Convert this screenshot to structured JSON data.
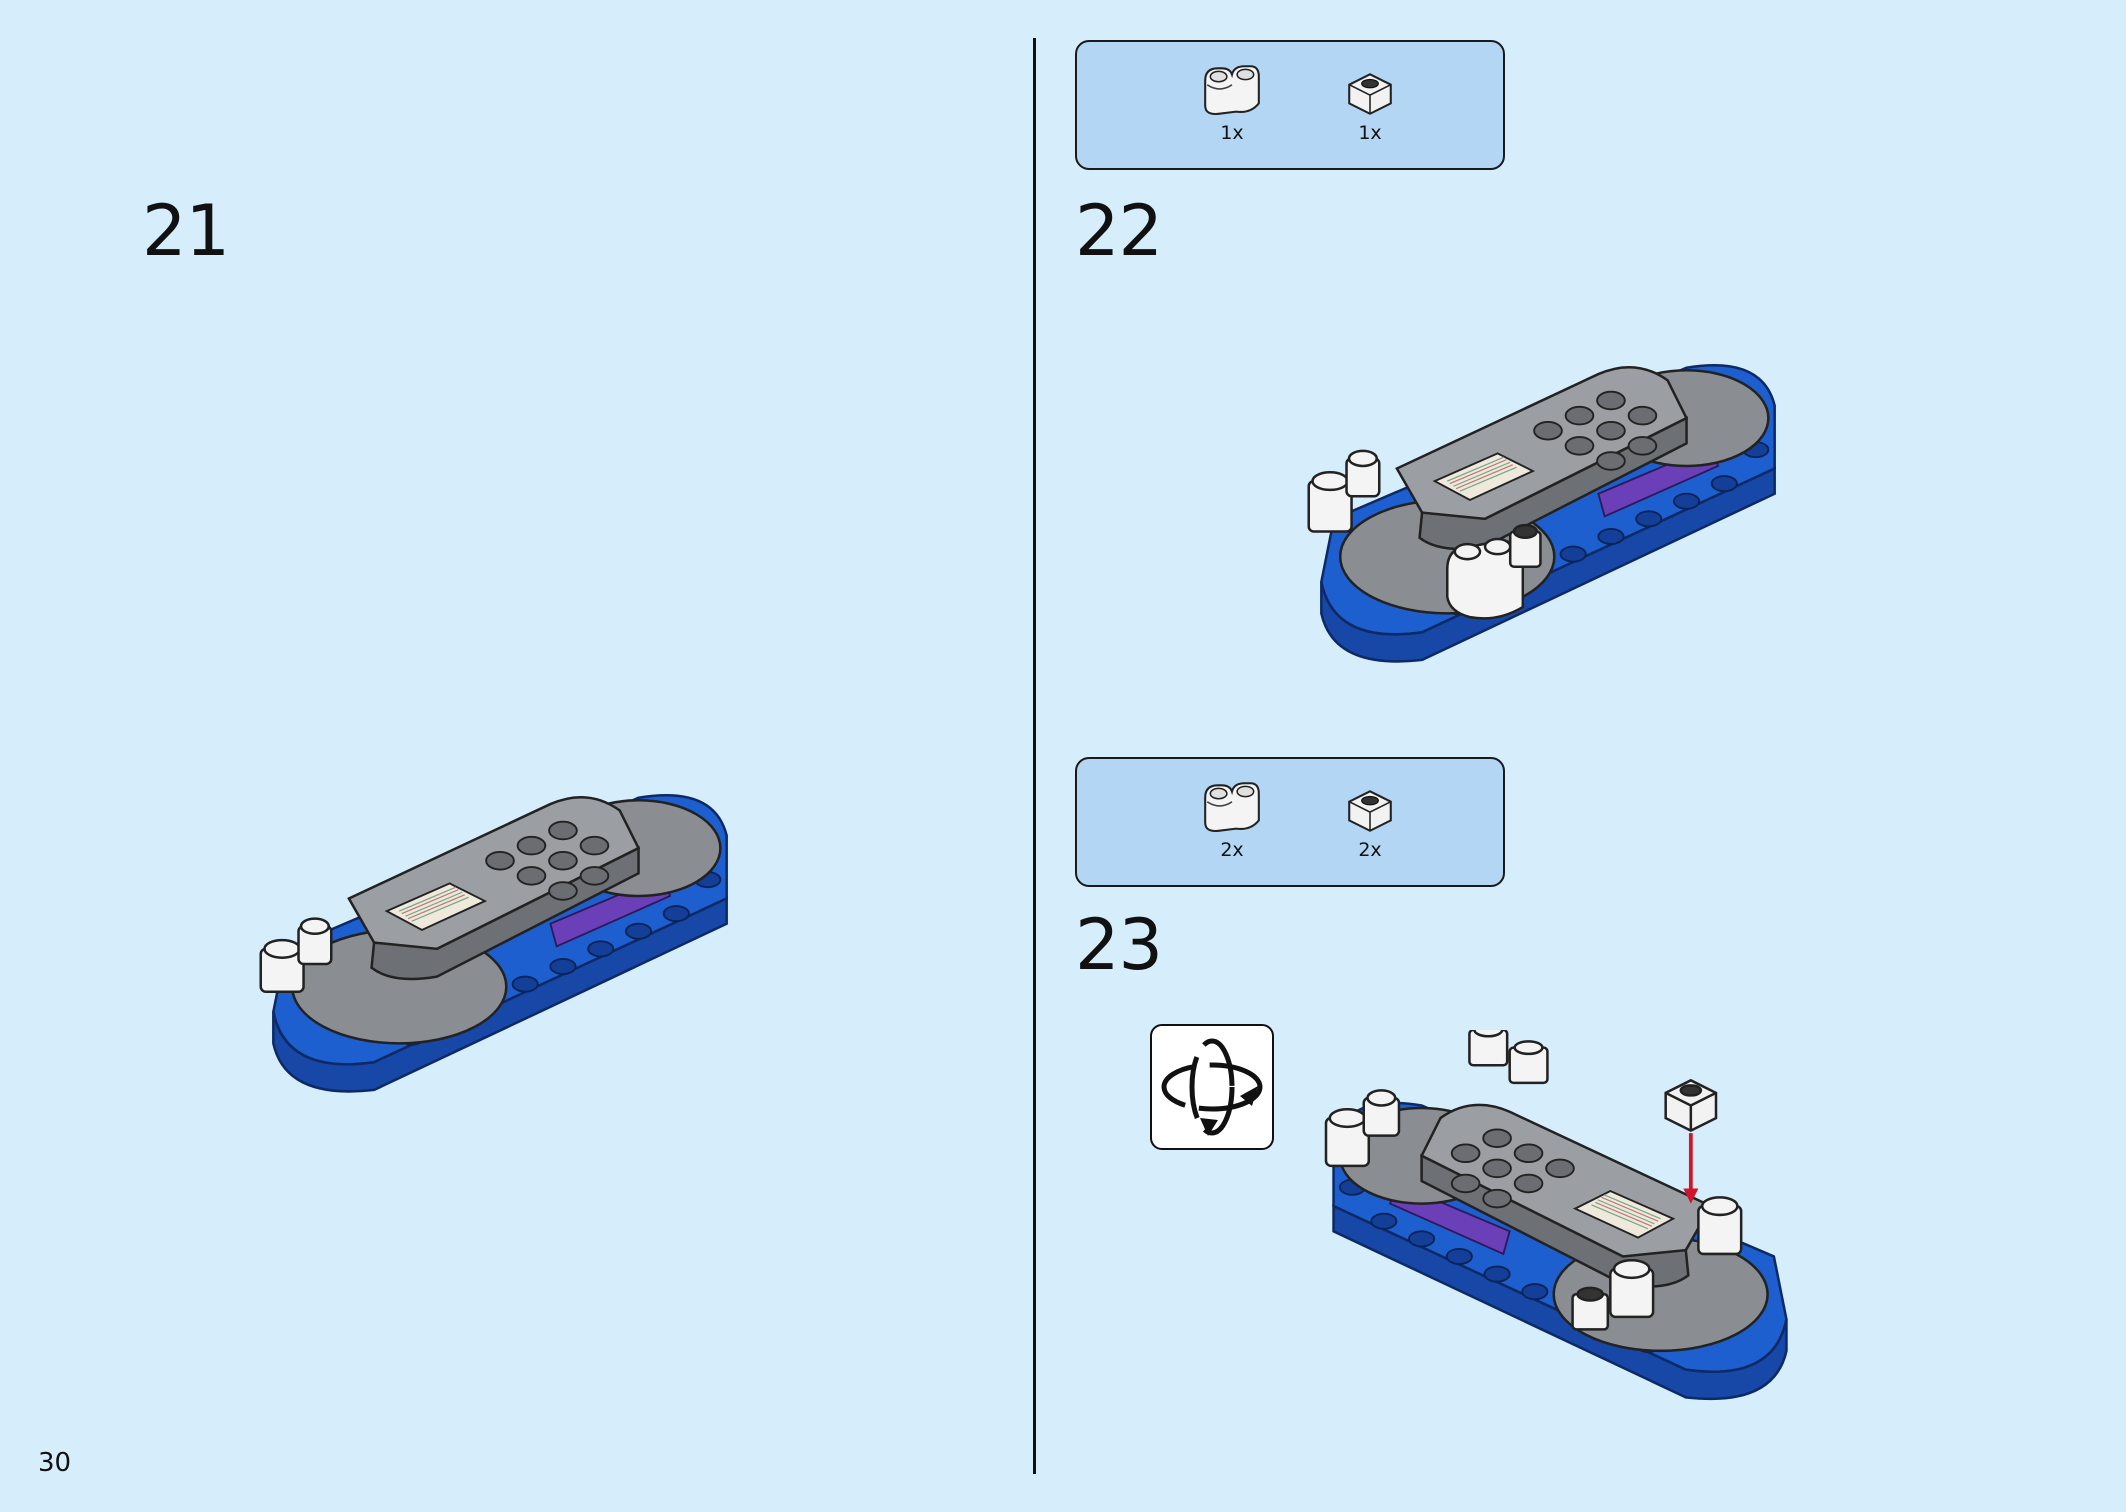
{
  "page_number": "30",
  "steps": [
    {
      "number": "21"
    },
    {
      "number": "22",
      "parts": [
        {
          "qty": "1x",
          "icon": "white-curved-brick-icon"
        },
        {
          "qty": "1x",
          "icon": "white-1x1-brick-icon"
        }
      ]
    },
    {
      "number": "23",
      "parts": [
        {
          "qty": "2x",
          "icon": "white-curved-brick-icon"
        },
        {
          "qty": "2x",
          "icon": "white-1x1-brick-icon"
        }
      ],
      "indicator": "rotate-model-icon"
    }
  ],
  "colors": {
    "background": "#d6edfb",
    "callout": "#b3d6f4",
    "base_blue": "#1e5fd0",
    "body_grey": "#8a8d91",
    "accent_purple": "#6b3fb8",
    "arrow_red": "#d0142c"
  }
}
